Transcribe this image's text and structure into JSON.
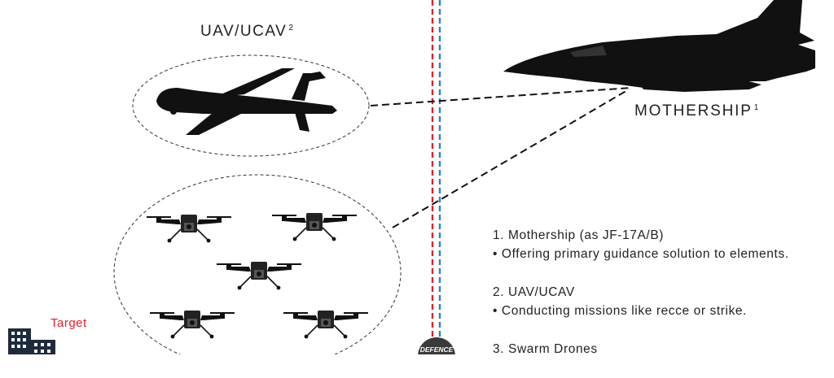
{
  "labels": {
    "uav": "UAV/UCAV",
    "uav_note": "2",
    "mothership": "MOTHERSHIP",
    "mothership_note": "1",
    "target": "Target",
    "badge": "DEFENCE"
  },
  "legend": [
    {
      "title": "1. Mothership (as JF-17A/B)",
      "desc": "• Offering primary guidance solution to elements."
    },
    {
      "title": "2. UAV/UCAV",
      "desc": "• Conducting missions like recce or strike."
    },
    {
      "title": "3. Swarm Drones",
      "desc": ""
    }
  ],
  "colors": {
    "red_line": "#d9262c",
    "blue_line": "#2f7fd1",
    "ink": "#111111",
    "badge_bg": "#3a3a3a"
  }
}
